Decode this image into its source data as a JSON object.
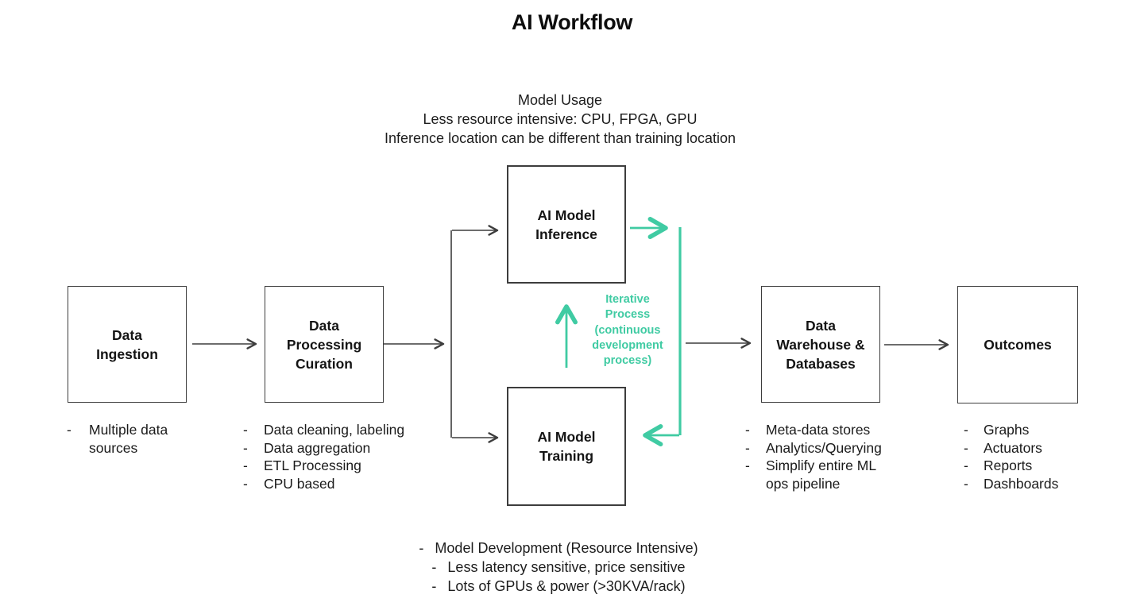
{
  "title": "AI Workflow",
  "bullet": "-",
  "colors": {
    "accent_green": "#40CBA3",
    "line_dark": "#3d3d3d"
  },
  "usage_note": {
    "lines": [
      "Model Usage",
      "Less resource intensive: CPU, FPGA, GPU",
      "Inference location can be different than training location"
    ]
  },
  "boxes": [
    {
      "id": "data-ingestion",
      "label": "Data Ingestion"
    },
    {
      "id": "data-processing",
      "label": "Data Processing Curation"
    },
    {
      "id": "ai-model-inference",
      "label": "AI Model Inference"
    },
    {
      "id": "ai-model-training",
      "label": "AI Model Training"
    },
    {
      "id": "data-warehouse",
      "label": "Data Warehouse & Databases"
    },
    {
      "id": "outcomes",
      "label": "Outcomes"
    }
  ],
  "iterative_note": {
    "lines": [
      "Iterative",
      "Process",
      "(continuous",
      "development",
      "process)"
    ]
  },
  "lists": {
    "ingestion": [
      "Multiple data sources"
    ],
    "processing": [
      "Data cleaning, labeling",
      "Data aggregation",
      "ETL Processing",
      "CPU based"
    ],
    "warehouse": [
      "Meta-data stores",
      "Analytics/Querying",
      "Simplify entire ML ops pipeline"
    ],
    "outcomes": [
      "Graphs",
      "Actuators",
      "Reports",
      "Dashboards"
    ]
  },
  "training_note": [
    "Model Development (Resource Intensive)",
    "Less latency sensitive, price sensitive",
    "Lots of GPUs & power (>30KVA/rack)"
  ]
}
